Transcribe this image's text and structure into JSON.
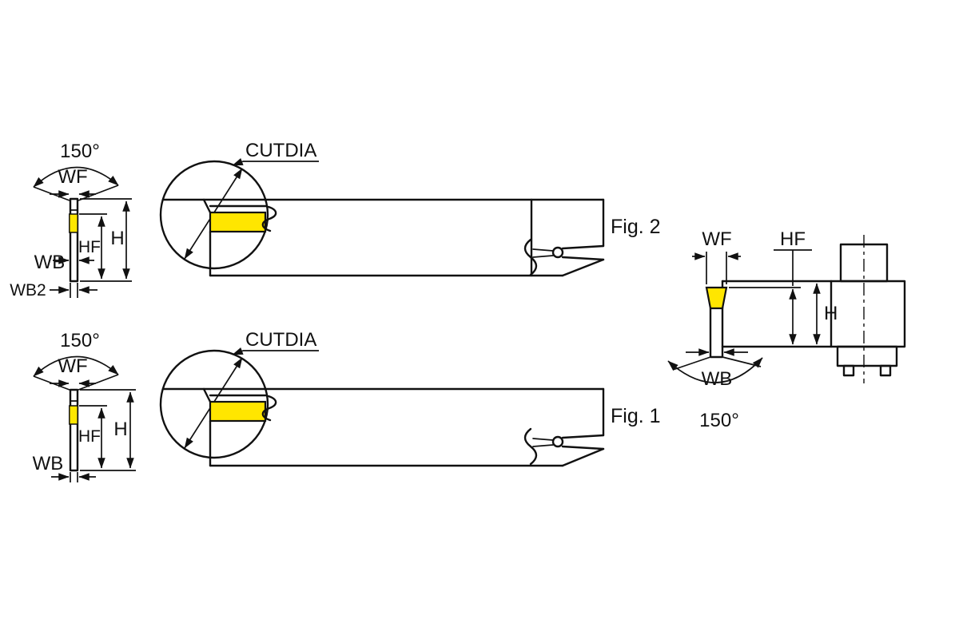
{
  "views": {
    "front_fig2": {
      "angle": "150°",
      "wf": "WF",
      "hf": "HF",
      "h": "H",
      "wb": "WB",
      "wb2": "WB2"
    },
    "side_fig2": {
      "cutdia": "CUTDIA",
      "fig": "Fig. 2"
    },
    "front_fig1": {
      "angle": "150°",
      "wf": "WF",
      "hf": "HF",
      "h": "H",
      "wb": "WB"
    },
    "side_fig1": {
      "cutdia": "CUTDIA",
      "fig": "Fig. 1"
    },
    "end_view": {
      "wf": "WF",
      "hf": "HF",
      "h": "H",
      "wb": "WB",
      "angle": "150°"
    }
  },
  "colors": {
    "insert": "#FFE600",
    "line": "#111111",
    "background": "#FFFFFF"
  }
}
